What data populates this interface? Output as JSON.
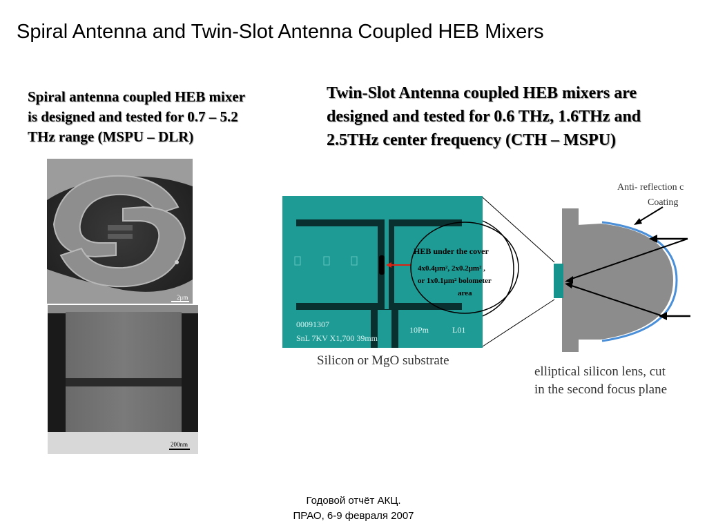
{
  "slide": {
    "title": "Spiral Antenna and Twin-Slot Antenna Coupled HEB Mixers",
    "left_text_lines": [
      "Spiral antenna coupled HEB mixer",
      "is designed and tested for 0.7 – 5.2",
      "THz range (MSPU – DLR)"
    ],
    "right_text_lines": [
      "Twin-Slot Antenna coupled HEB mixers are",
      "designed and tested for 0.6 THz, 1.6THz and",
      "2.5THz center frequency (CTH – MSPU)"
    ],
    "footer_lines": [
      "Годовой отчёт АКЦ.",
      "ПРАО, 6-9 февраля 2007"
    ]
  },
  "spiral_image": {
    "scale_label": "2μm"
  },
  "bridge_image": {
    "scale_label": "200nm"
  },
  "twin_slot_image": {
    "readout_id": "00091307",
    "readout_bottom": "SnL   7KV   X1,700 39mm",
    "scale": "10Pm",
    "code": "L01",
    "callout_line1": "HEB under the cover",
    "callout_line2": "4x0.4μm², 2x0.2μm² ,",
    "callout_line3": "or 1x0.1μm² bolometer",
    "callout_line4": "area",
    "caption": "Silicon or MgO substrate",
    "substrate_color": "#1f9b95"
  },
  "lens_diagram": {
    "label_line1": "Anti- reflection c",
    "label_line2": "Coating",
    "caption_line1": "elliptical silicon lens, cut",
    "caption_line2": "in the second focus plane",
    "lens_color": "#8c8c8c",
    "coating_color": "#4a8fd8",
    "chip_color": "#17938e"
  }
}
